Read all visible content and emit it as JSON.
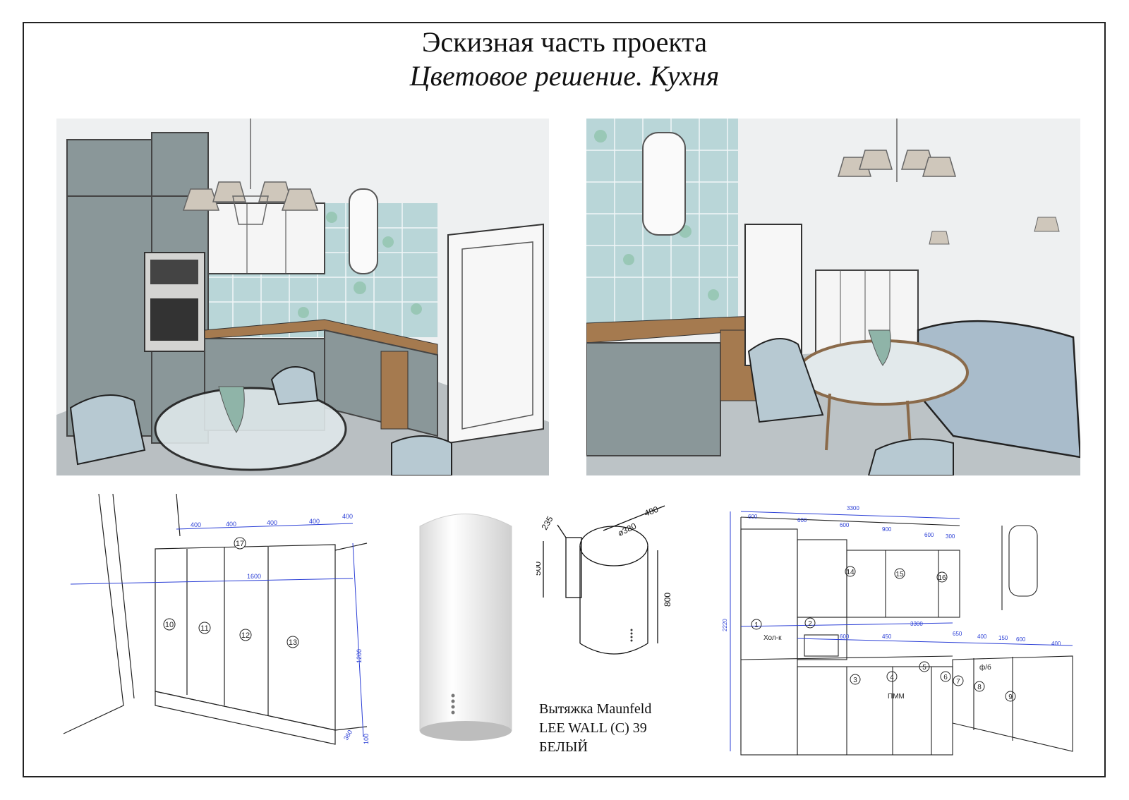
{
  "header": {
    "title": "Эскизная часть проекта",
    "subtitle": "Цветовое решение. Кухня"
  },
  "hood": {
    "line1": "Вытяжка Maunfeld",
    "line2": "LEE WALL (C) 39",
    "line3": "БЕЛЫЙ",
    "dims": {
      "width": "480",
      "depth": "235",
      "diameter": "⌀380",
      "mount": "500",
      "height": "800"
    }
  },
  "drawing_left": {
    "top_dims": [
      "400",
      "400",
      "400",
      "400",
      "400"
    ],
    "total": "1600",
    "side": "1200",
    "depth": "360",
    "bottom": "100",
    "callouts": [
      "17",
      "10",
      "11",
      "12",
      "13"
    ]
  },
  "drawing_right": {
    "top_total": "3300",
    "top_dims": [
      "600",
      "600",
      "600",
      "900",
      "600",
      "300"
    ],
    "mid_total": "3300",
    "mid_dims": [
      "600",
      "450",
      "650",
      "400",
      "150",
      "600",
      "400"
    ],
    "height": "2220",
    "callouts": [
      "1",
      "2",
      "3",
      "4",
      "5",
      "6",
      "7",
      "8",
      "9",
      "14",
      "15",
      "16"
    ],
    "labels": {
      "fridge": "Хол-к",
      "dishwasher": "ПММ",
      "cooktop": "ф/б"
    }
  },
  "colors": {
    "cabinet": "#8a9799",
    "tile": "#b9d6d8",
    "wood": "#a57a4f",
    "wall": "#eef0f1"
  }
}
